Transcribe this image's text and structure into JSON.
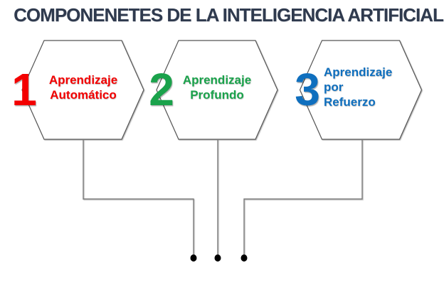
{
  "title": "COMPONENETES DE LA INTELIGENCIA ARTIFICIAL",
  "diagram": {
    "items": [
      {
        "number": "1",
        "label": "Aprendizaje\nAutomático",
        "color": "#f30000"
      },
      {
        "number": "2",
        "label": "Aprendizaje\nProfundo",
        "color": "#1aa24b"
      },
      {
        "number": "3",
        "label": "Aprendizaje\npor\nRefuerzo",
        "color": "#0f6fbe"
      }
    ],
    "connector_dot_count": 3
  },
  "colors": {
    "title": "#2f3a4e",
    "hexagon_border": "#555555",
    "connector_line": "#7a7a7a",
    "dot": "#000000",
    "background": "#ffffff"
  }
}
